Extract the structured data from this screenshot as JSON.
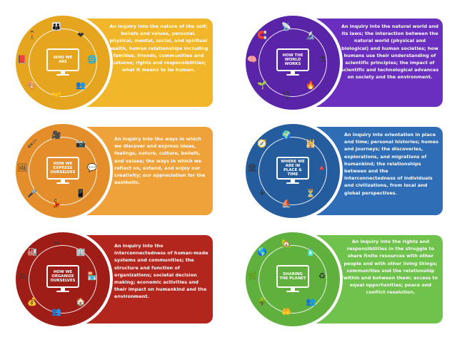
{
  "colors": {
    "who_we_are": "#F2B62A",
    "who_we_are_circle": "#E5A51E",
    "how_we_express": "#EFA23A",
    "how_we_express_circle": "#E38E2A",
    "how_we_organize": "#B3261E",
    "how_we_organize_circle": "#9E1E17",
    "how_world_works": "#6A2FBF",
    "how_world_works_circle": "#5A24A8",
    "where_we_are": "#2F6DB6",
    "where_we_are_circle": "#245C9E",
    "sharing_planet": "#6FC24B",
    "sharing_planet_circle": "#5FB03D"
  },
  "cards": {
    "who_we_are": {
      "title": "WHO WE ARE",
      "description": "An inquiry into the nature of the self; beliefs and values, personal, physical, mental, social, and spiritual health, human relationships including families, friends, communities and cultures; rights and responsibilities; what it means to be human."
    },
    "how_we_express": {
      "title": "HOW WE EXPRESS OURSELVES",
      "description": "An inquiry into the ways in which we discover and express ideas, feelings, nature, culture, beliefs, and values; the ways in which we reflect on, extend, and enjoy our creativity; our appreciation for the aesthetic."
    },
    "how_we_organize": {
      "title": "HOW WE ORGANIZE OURSELVES",
      "description": "An inquiry into the interconnectedness of human-made systems and communities; the structure and function of organizations; societal decision making; economic activities and their impact on humankind and the environment."
    },
    "how_world_works": {
      "title": "HOW THE WORLD WORKS",
      "description": "An inquiry into the natural world and its laws; the interaction between the natural world (physical and biological) and human societies; how humans use their understanding of scientific principles; the impact of scientific and technological advances on society and the environment."
    },
    "where_we_are": {
      "title": "WHERE WE ARE IN PLACE & TIME",
      "description": "An inquiry into orientation in place and time; personal histories; homes and journeys; the discoveries, explorations, and migrations of humankind; the relationships between and the interconnectedness of individuals and civilizations, from local and global perspectives."
    },
    "sharing_planet": {
      "title": "SHARING THE PLANET",
      "description": "An inquiry into the rights and responsibilities in the struggle to share finite resources with other people and with other living things; communities and the relationship within and between them; access to equal opportunities; peace and conflict resolution."
    }
  },
  "icons": {
    "who_we_are": [
      "family-icon",
      "heart-icon",
      "globe-icon",
      "people-icon",
      "handshake-icon",
      "palette-icon",
      "book-icon",
      "person-icon"
    ],
    "how_we_express": [
      "film-camera-icon",
      "camera-icon",
      "photo-icon",
      "chat-icon",
      "tablet-icon",
      "dancer-icon",
      "microphone-icon",
      "paint-icon"
    ],
    "how_we_organize": [
      "pencil-icon",
      "building-icon",
      "house-icon",
      "scales-icon",
      "people-icon",
      "store-icon",
      "money-icon",
      "factory-icon"
    ],
    "how_world_works": [
      "satellite-icon",
      "microscope-icon",
      "flask-icon",
      "fire-icon",
      "tornado-icon",
      "plant-icon",
      "brain-icon",
      "magnet-icon"
    ],
    "where_we_are": [
      "globe-icon",
      "colosseum-icon",
      "taj-mahal-icon",
      "ship-icon",
      "hourglass-icon",
      "airplane-icon",
      "pyramid-icon",
      "compass-icon"
    ],
    "sharing_planet": [
      "house-icon",
      "bottle-icon",
      "plant-icon",
      "recycle-icon",
      "hands-icon",
      "people-icon",
      "tree-icon",
      "earth-icon"
    ]
  }
}
